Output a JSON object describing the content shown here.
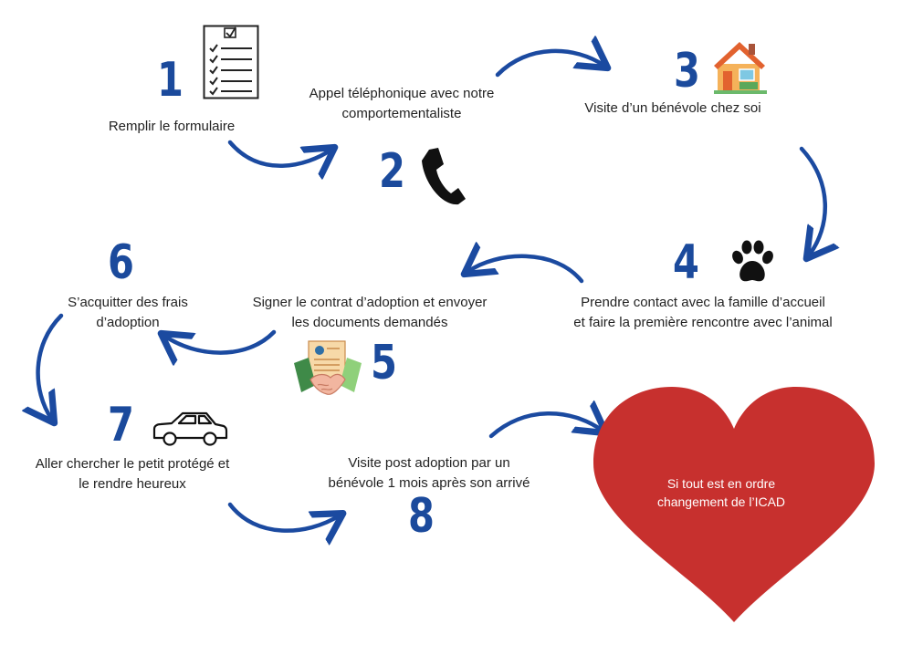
{
  "steps": [
    {
      "number": "1",
      "lines": [
        "Remplir le formulaire"
      ]
    },
    {
      "number": "2",
      "lines": [
        "Appel téléphonique avec notre",
        "comportementaliste"
      ]
    },
    {
      "number": "3",
      "lines": [
        "Visite d’un bénévole chez soi"
      ]
    },
    {
      "number": "4",
      "lines": [
        "Prendre contact avec la famille d’accueil",
        "et faire la première rencontre avec l’animal"
      ]
    },
    {
      "number": "5",
      "lines": [
        "Signer le contrat d’adoption et envoyer",
        "les documents demandés"
      ]
    },
    {
      "number": "6",
      "lines": [
        "S’acquitter des frais",
        "d’adoption"
      ]
    },
    {
      "number": "7",
      "lines": [
        "Aller chercher le petit protégé et",
        "le rendre heureux"
      ]
    },
    {
      "number": "8",
      "lines": [
        "Visite post adoption par un",
        "bénévole 1 mois après son arrivé"
      ]
    }
  ],
  "heart": {
    "lines": [
      "Si tout est en ordre",
      "changement de l’ICAD"
    ],
    "color": "#c7302e"
  },
  "colors": {
    "number": "#1b4a9c",
    "arrow": "#1b4aa0"
  },
  "icons": [
    "checklist-icon",
    "phone-icon",
    "house-icon",
    "paw-icon",
    "contract-handshake-icon",
    "car-icon"
  ]
}
